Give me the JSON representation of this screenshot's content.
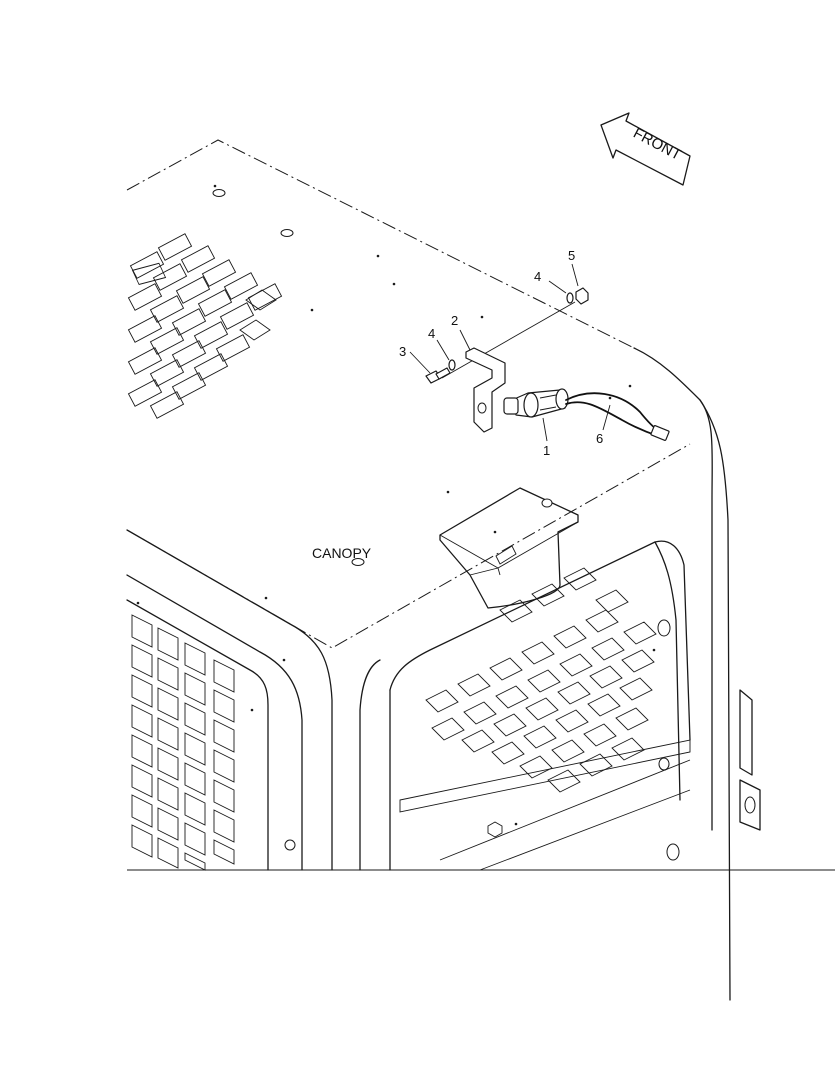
{
  "front_arrow": {
    "label": "FRONT"
  },
  "canopy_label": "CANOPY",
  "callouts": [
    {
      "number": "1"
    },
    {
      "number": "2"
    },
    {
      "number": "3"
    },
    {
      "number": "4"
    },
    {
      "number": "4"
    },
    {
      "number": "5"
    },
    {
      "number": "6"
    }
  ]
}
